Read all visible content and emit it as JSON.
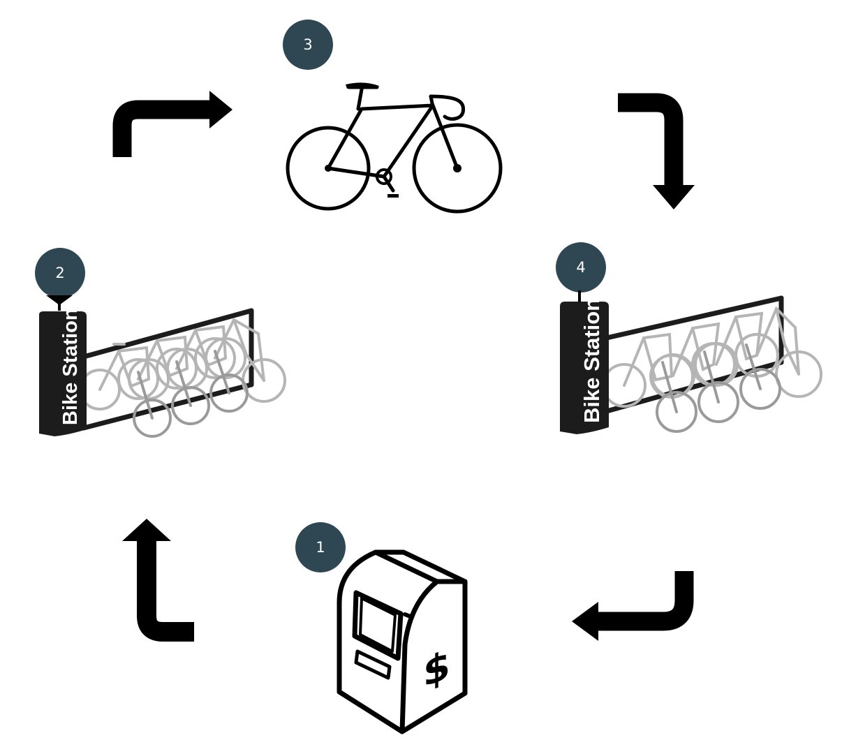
{
  "steps": [
    {
      "number": "1",
      "icon": "atm-kiosk-icon"
    },
    {
      "number": "2",
      "icon": "bike-station-icon",
      "label": "Bike Station"
    },
    {
      "number": "3",
      "icon": "bicycle-icon"
    },
    {
      "number": "4",
      "icon": "bike-station-icon",
      "label": "Bike Station"
    }
  ],
  "atm": {
    "currency_symbol": "$"
  },
  "colors": {
    "badge": "#2e4753",
    "ink": "#000000",
    "rack_bikes": "#b5b5b5",
    "rack_bikes_dark": "#8f8f8f"
  }
}
